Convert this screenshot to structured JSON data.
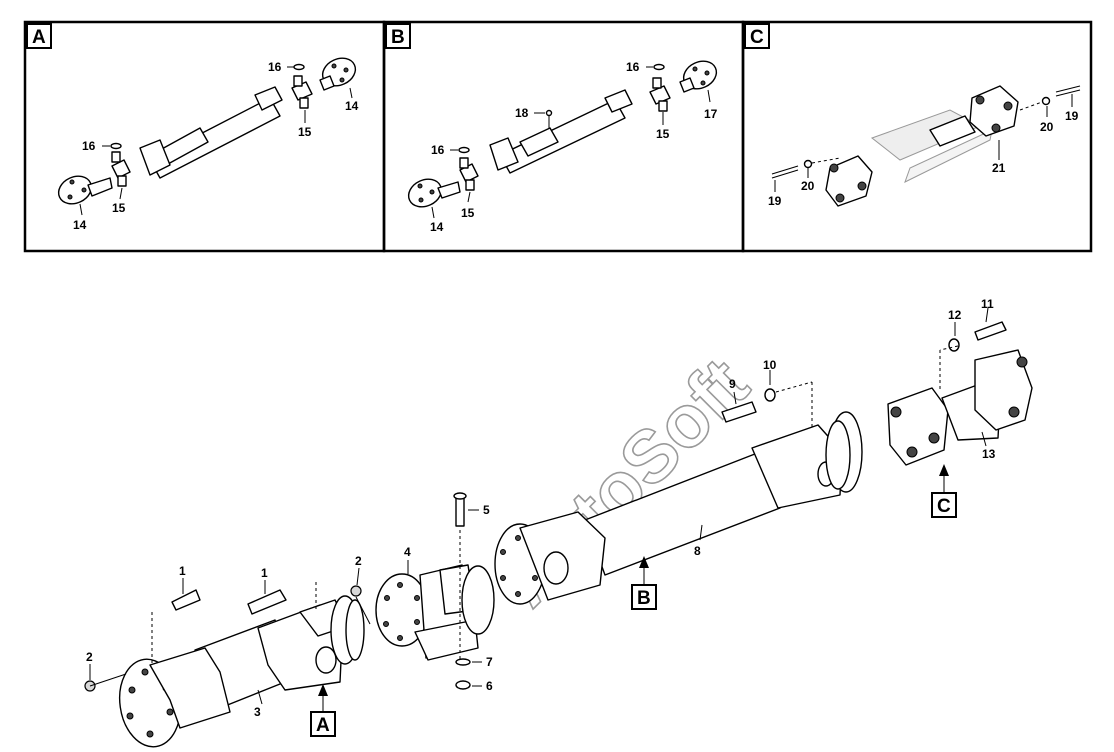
{
  "panels": [
    {
      "letter": "A"
    },
    {
      "letter": "B"
    },
    {
      "letter": "C"
    }
  ],
  "callouts_a": [
    "16",
    "15",
    "14",
    "16",
    "15",
    "14"
  ],
  "callouts_b": [
    "16",
    "15",
    "17",
    "18",
    "16",
    "15",
    "14"
  ],
  "callouts_c": [
    "19",
    "20",
    "21",
    "19",
    "20"
  ],
  "callouts_main": [
    "1",
    "1",
    "2",
    "2",
    "3",
    "4",
    "5",
    "6",
    "7",
    "8",
    "9",
    "10",
    "11",
    "12",
    "13"
  ],
  "section_markers": [
    "A",
    "B",
    "C"
  ],
  "watermark": "AutoSoft"
}
